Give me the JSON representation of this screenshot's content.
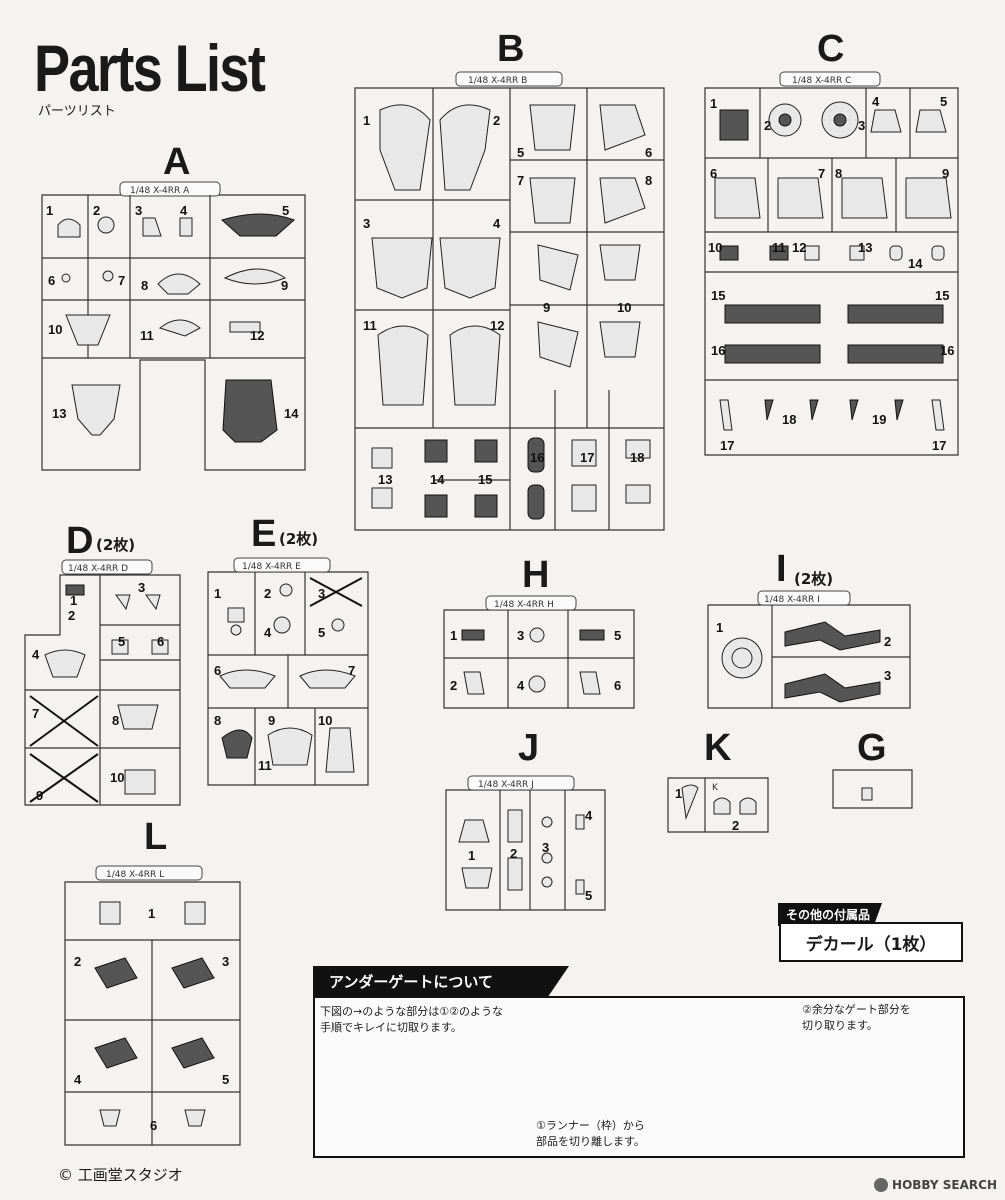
{
  "header": {
    "title": "Parts List",
    "subtitle": "パーツリスト"
  },
  "sprues": {
    "A": {
      "letter": "A",
      "tab": "1/48  X-4RR  A",
      "count": "",
      "numbers": [
        "1",
        "2",
        "3",
        "4",
        "5",
        "6",
        "7",
        "8",
        "9",
        "10",
        "11",
        "12",
        "13",
        "14"
      ]
    },
    "B": {
      "letter": "B",
      "tab": "1/48  X-4RR  B",
      "count": "",
      "numbers": [
        "1",
        "2",
        "3",
        "4",
        "5",
        "6",
        "7",
        "8",
        "9",
        "10",
        "11",
        "12",
        "13",
        "14",
        "15",
        "16",
        "17",
        "18"
      ]
    },
    "C": {
      "letter": "C",
      "tab": "1/48  X-4RR  C",
      "count": "",
      "numbers": [
        "1",
        "2",
        "3",
        "4",
        "5",
        "6",
        "7",
        "8",
        "9",
        "10",
        "11",
        "12",
        "13",
        "14",
        "15",
        "16",
        "17",
        "18",
        "19"
      ]
    },
    "D": {
      "letter": "D",
      "tab": "1/48  X-4RR  D",
      "count": "(2枚)",
      "numbers": [
        "1",
        "2",
        "3",
        "4",
        "5",
        "6",
        "7",
        "8",
        "9",
        "10"
      ]
    },
    "E": {
      "letter": "E",
      "tab": "1/48  X-4RR  E",
      "count": "(2枚)",
      "numbers": [
        "1",
        "2",
        "3",
        "4",
        "5",
        "6",
        "7",
        "8",
        "9",
        "10",
        "11"
      ]
    },
    "H": {
      "letter": "H",
      "tab": "1/48  X-4RR  H",
      "count": "",
      "numbers": [
        "1",
        "2",
        "3",
        "4",
        "5",
        "6"
      ]
    },
    "I": {
      "letter": "I",
      "tab": "1/48  X-4RR  I",
      "count": "(2枚)",
      "numbers": [
        "1",
        "2",
        "3"
      ]
    },
    "J": {
      "letter": "J",
      "tab": "1/48  X-4RR  J",
      "count": "",
      "numbers": [
        "1",
        "2",
        "3",
        "4",
        "5"
      ]
    },
    "K": {
      "letter": "K",
      "tab": "K",
      "count": "",
      "numbers": [
        "1",
        "2"
      ]
    },
    "G": {
      "letter": "G",
      "tab": "",
      "count": "",
      "numbers": []
    },
    "L": {
      "letter": "L",
      "tab": "1/48  X-4RR  L",
      "count": "",
      "numbers": [
        "1",
        "2",
        "3",
        "4",
        "5",
        "6"
      ]
    }
  },
  "accessories": {
    "heading": "その他の付属品",
    "decal": "デカール（1枚）"
  },
  "undergate": {
    "title": "アンダーゲートについて",
    "step_intro_line1": "下図の→のような部分は①②のような",
    "step_intro_line2": "手順でキレイに切取ります。",
    "step1_line1": "①ランナー（枠）から",
    "step1_line2": "部品を切り離します。",
    "step2_line1": "②余分なゲート部分を",
    "step2_line2": "切り取ります。"
  },
  "footer": {
    "copyright": "© 工画堂スタジオ",
    "watermark": "HOBBY SEARCH"
  }
}
